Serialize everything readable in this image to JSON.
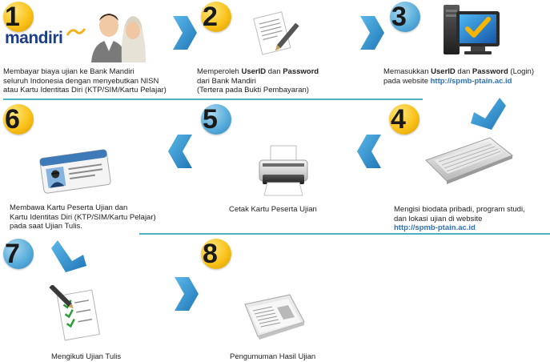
{
  "steps": [
    {
      "number": "1",
      "logo_text": "mandiri",
      "lines": [
        "Membayar biaya ujian ke Bank Mandiri",
        "seluruh Indonesia dengan menyebutkan NISN",
        "atau Kartu Identitas Diri (KTP/SIM/Kartu Pelajar)"
      ]
    },
    {
      "number": "2",
      "line1_pre": "Memperoleh ",
      "line1_b1": "UserID",
      "line1_mid": " dan ",
      "line1_b2": "Password",
      "line2": "dari Bank Mandiri",
      "line3": "(Tertera pada Bukti Pembayaran)"
    },
    {
      "number": "3",
      "line1_pre": "Memasukkan ",
      "line1_b1": "UserID",
      "line1_mid": " dan ",
      "line1_b2": "Password",
      "line1_post": " (Login)",
      "line2_pre": "pada website ",
      "line2_url": "http://spmb-ptain.ac.id"
    },
    {
      "number": "4",
      "line1": "Mengisi biodata pribadi, program studi,",
      "line2": "dan lokasi ujian di website",
      "line3_url": "http://spmb-ptain.ac.id"
    },
    {
      "number": "5",
      "line1": "Cetak Kartu Peserta Ujian"
    },
    {
      "number": "6",
      "lines": [
        "Membawa Kartu Peserta Ujian dan",
        "Kartu Identitas Diri (KTP/SIM/Kartu Pelajar)",
        "pada saat Ujian Tulis."
      ]
    },
    {
      "number": "7",
      "line1": "Mengikuti Ujian Tulis"
    },
    {
      "number": "8",
      "line1": "Pengumuman Hasil Ujian"
    }
  ],
  "colors": {
    "badge_yellow": "#f9c21a",
    "badge_blue": "#5aaedc",
    "arrow_blue": "#2b8fce",
    "divider_teal": "#4fb1c4",
    "url_blue": "#2f6fb4",
    "mandiri_blue": "#1c3f8c",
    "mandiri_gold": "#f2b21b"
  },
  "icons": {
    "step1": "people-bank-icon",
    "step2": "document-pen-icon",
    "step3": "computer-check-icon",
    "step4": "keyboard-icon",
    "step5": "printer-icon",
    "step6": "id-card-icon",
    "step7": "exam-sheet-icon",
    "step8": "newspaper-icon"
  }
}
